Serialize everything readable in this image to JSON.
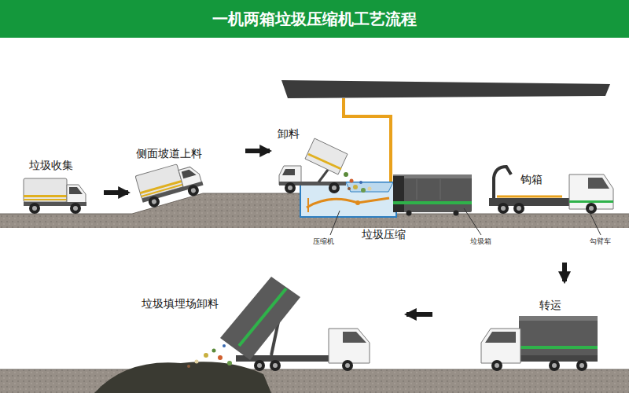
{
  "diagram": {
    "title": "一机两箱垃圾压缩机工艺流程",
    "nodes": [
      {
        "text": [
          "垃圾收集"
        ]
      },
      {
        "text": [
          "侧面坡道上料"
        ]
      },
      {
        "text": [
          "卸料"
        ]
      },
      {
        "text": [
          "垃圾压缩"
        ]
      },
      {
        "text": [
          "钩箱"
        ]
      },
      {
        "text": [
          "转运"
        ]
      },
      {
        "text": [
          "垃圾填埋场卸料"
        ]
      }
    ],
    "edges": [
      {
        "from": 0,
        "to": 1,
        "arrow": "to"
      },
      {
        "from": 1,
        "to": 2,
        "arrow": "to"
      },
      {
        "from": 4,
        "to": 5,
        "arrow": "to"
      },
      {
        "from": 5,
        "to": 6,
        "arrow": "to"
      }
    ],
    "labels": [
      "压缩机",
      "垃圾箱",
      "勾臂车"
    ]
  }
}
